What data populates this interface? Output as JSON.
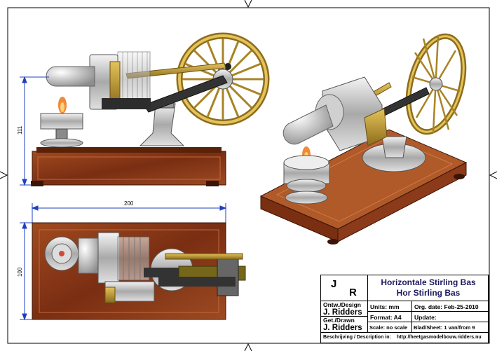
{
  "dimensions": {
    "height_side": "111",
    "width_top": "200",
    "depth_top": "100"
  },
  "title_block": {
    "logo_letter_1": "J",
    "logo_letter_2": "R",
    "title_line_1": "Horizontale Stirling Bas",
    "title_line_2": "Hor Stirling Bas",
    "design_label": "Ontw./Design",
    "design_name": "J. Ridders",
    "drawn_label": "Get./Drawn",
    "drawn_name": "J. Ridders",
    "units": "Units: mm",
    "format": "Format: A4",
    "scale": "Scale: no scale",
    "org_date": "Org. date: Feb-25-2010",
    "update": "Update:",
    "sheet": "Blad/Sheet: 1 van/from 9",
    "description_label": "Beschrijving / Description in:",
    "description_url": "http://heetgasmodelbouw.ridders.nu"
  },
  "colors": {
    "wood": "#8b3a1a",
    "brass": "#b8942e",
    "aluminum": "#c8c8c8",
    "dimension_line": "#1f3fbf"
  }
}
